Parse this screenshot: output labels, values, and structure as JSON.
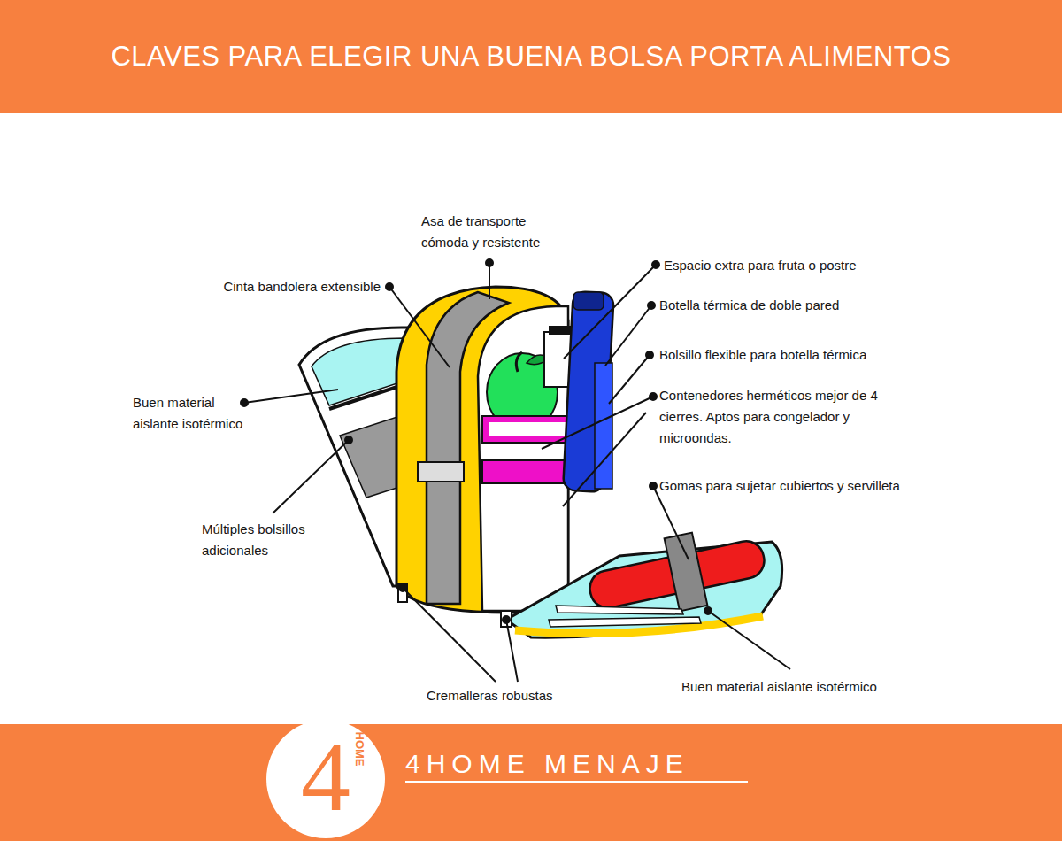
{
  "diagram": {
    "title": "CLAVES PARA ELEGIR UNA BUENA BOLSA PORTA ALIMENTOS",
    "labels": [
      "Asa de transporte cómoda y resistente",
      "Cinta bandolera extensible",
      "Espacio extra para fruta o postre",
      "Botella térmica de doble pared",
      "Buen material aislante isotérmico",
      "Bolsillo flexible para botella térmica",
      "Contenedores herméticos mejor de 4 cierres. Aptos para congelador y microondas.",
      "Múltiples bolsillos adicionales",
      "Gomas para sujetar cubiertos y servilleta",
      "Cremalleras robustas",
      "Buen material aislante isotérmico",
      "4",
      "HOME",
      "4HOME MENAJE"
    ]
  }
}
